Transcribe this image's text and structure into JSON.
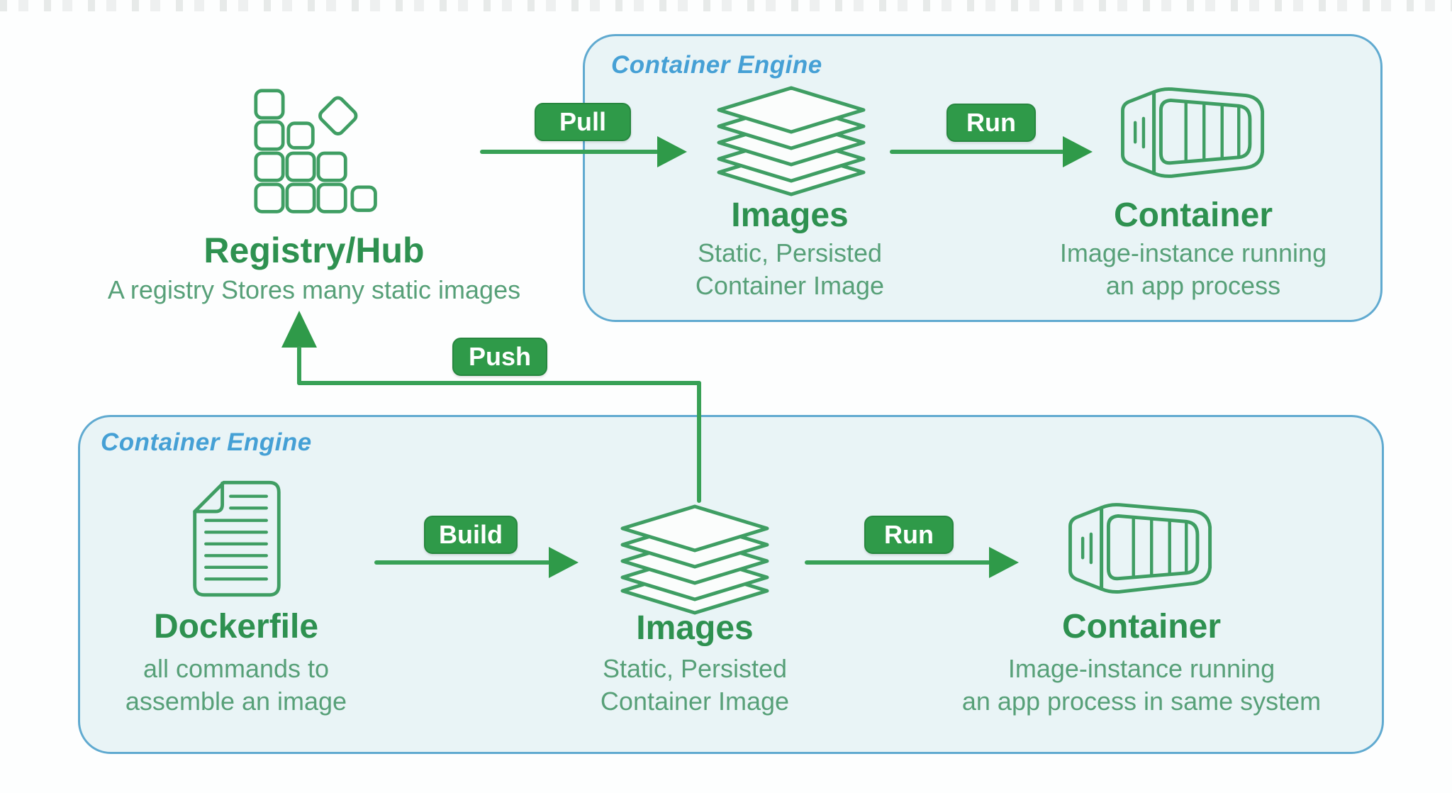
{
  "colors": {
    "badge_green": "#2f9a49",
    "arrow_green": "#38a156",
    "icon_stroke_green": "#3f9e63",
    "title_green": "#2e9150",
    "subtitle_green": "#57a078",
    "engine_label_blue": "#45a0d5",
    "engine_border_blue": "#60aad0",
    "engine_fill": "#e9f4f6",
    "background": "#fdfefe"
  },
  "registry": {
    "icon": "registry-grid-icon",
    "title": "Registry/Hub",
    "subtitle": "A registry Stores many static images"
  },
  "push_badge": "Push",
  "top_engine": {
    "label": "Container Engine",
    "pull_badge": "Pull",
    "run_badge": "Run",
    "images": {
      "icon": "image-layers-icon",
      "title": "Images",
      "subtitle_line1": "Static, Persisted",
      "subtitle_line2": "Container Image"
    },
    "container": {
      "icon": "container-icon",
      "title": "Container",
      "subtitle_line1": "Image-instance running",
      "subtitle_line2": "an app process"
    }
  },
  "bottom_engine": {
    "label": "Container Engine",
    "build_badge": "Build",
    "run_badge": "Run",
    "dockerfile": {
      "icon": "dockerfile-icon",
      "title": "Dockerfile",
      "subtitle_line1": "all commands to",
      "subtitle_line2": "assemble an image"
    },
    "images": {
      "icon": "image-layers-icon",
      "title": "Images",
      "subtitle_line1": "Static, Persisted",
      "subtitle_line2": "Container Image"
    },
    "container": {
      "icon": "container-icon",
      "title": "Container",
      "subtitle_line1": "Image-instance running",
      "subtitle_line2": "an app process in same system"
    }
  }
}
